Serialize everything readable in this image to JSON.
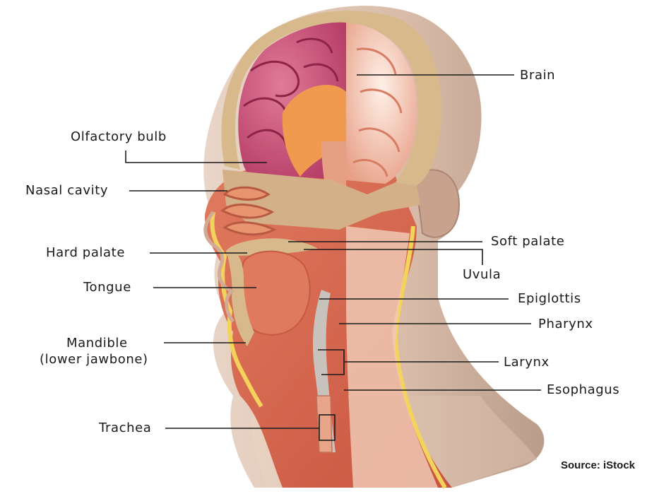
{
  "labels": {
    "brain": "Brain",
    "olfactory_bulb": "Olfactory bulb",
    "nasal_cavity": "Nasal cavity",
    "soft_palate": "Soft palate",
    "hard_palate": "Hard palate",
    "uvula": "Uvula",
    "tongue": "Tongue",
    "epiglottis": "Epiglottis",
    "pharynx": "Pharynx",
    "mandible_line1": "Mandible",
    "mandible_line2": "(lower jawbone)",
    "larynx": "Larynx",
    "esophagus": "Esophagus",
    "trachea": "Trachea"
  },
  "source": "Source: iStock",
  "colors": {
    "skin": "#d9bfae",
    "brain_grey": "#c24a72",
    "brain_white": "#f2b7a4",
    "muscle": "#d4694f",
    "bone": "#d8b98c",
    "fat_yellow": "#f3d35b",
    "leader_line": "#1a1a1a"
  }
}
